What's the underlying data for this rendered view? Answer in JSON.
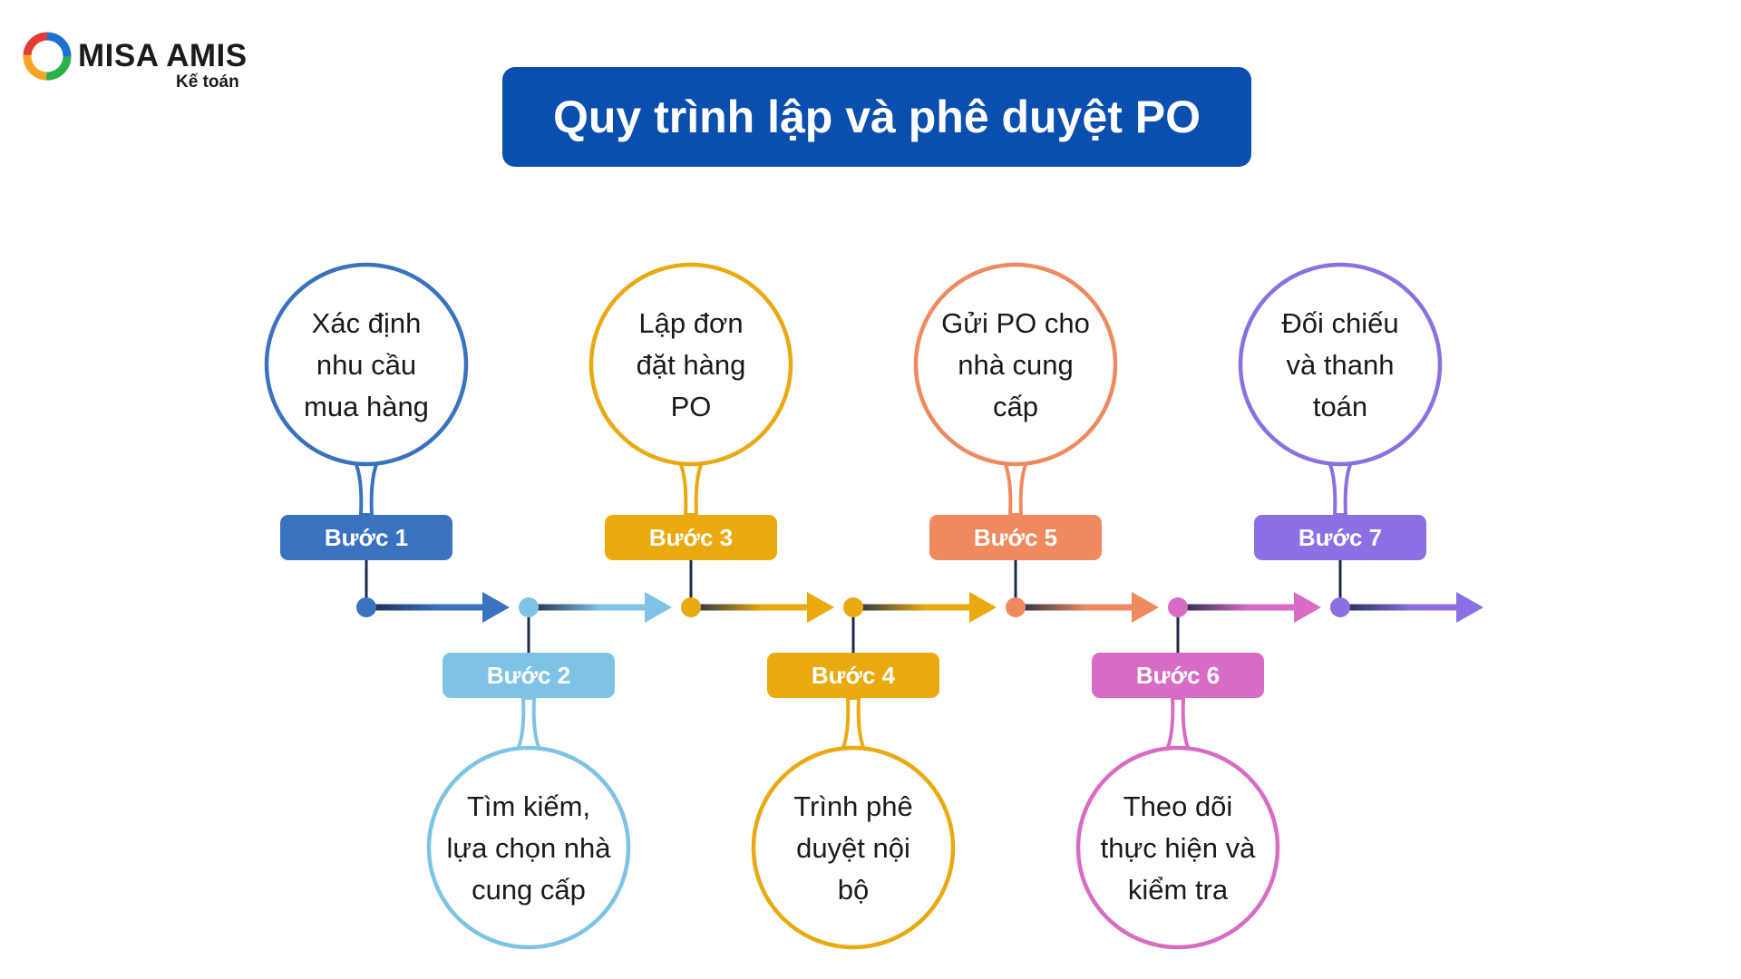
{
  "logo": {
    "name": "MISA AMIS",
    "subtitle": "Kế toán"
  },
  "title": "Quy trình lập và phê duyệt PO",
  "steps": [
    {
      "label": "Bước 1",
      "text": [
        "Xác định",
        "nhu cầu",
        "mua hàng"
      ],
      "color": "#3b72c0",
      "position": "top"
    },
    {
      "label": "Bước 2",
      "text": [
        "Tìm kiếm,",
        "lựa chọn nhà",
        "cung cấp"
      ],
      "color": "#7ec3e6",
      "position": "bottom"
    },
    {
      "label": "Bước 3",
      "text": [
        "Lập đơn",
        "đặt hàng",
        "PO"
      ],
      "color": "#eaa90f",
      "position": "top"
    },
    {
      "label": "Bước 4",
      "text": [
        "Trình phê",
        "duyệt nội",
        "bộ"
      ],
      "color": "#eaa90f",
      "position": "bottom"
    },
    {
      "label": "Bước 5",
      "text": [
        "Gửi PO cho",
        "nhà cung",
        "cấp"
      ],
      "color": "#f08a5e",
      "position": "top"
    },
    {
      "label": "Bước 6",
      "text": [
        "Theo dõi",
        "thực hiện và",
        "kiểm tra"
      ],
      "color": "#d86cc4",
      "position": "bottom"
    },
    {
      "label": "Bước 7",
      "text": [
        "Đối chiếu",
        "và thanh",
        "toán"
      ],
      "color": "#8a70e2",
      "position": "top"
    }
  ]
}
